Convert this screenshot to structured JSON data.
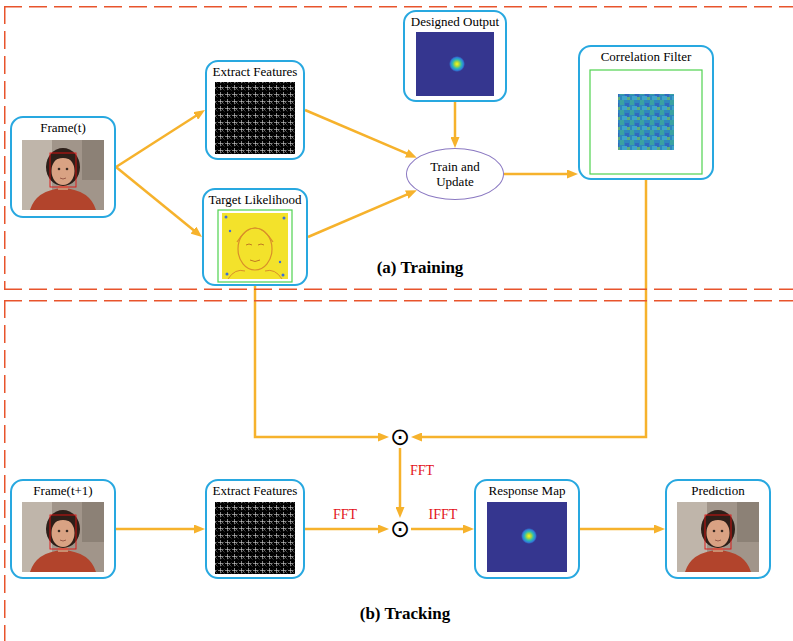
{
  "diagram": {
    "nodes": [
      {
        "text": [
          "(a) Training"
        ]
      },
      {
        "text": [
          "Frame(t)"
        ],
        "in": 0
      },
      {
        "text": [
          "Extract Features"
        ],
        "in": 0
      },
      {
        "text": [
          "Designed Output"
        ],
        "in": 0
      },
      {
        "text": [
          "Train and Update"
        ],
        "in": 0
      },
      {
        "text": [
          "Correlation Filter"
        ],
        "in": 0
      },
      {
        "text": [
          "Target Likelihood"
        ],
        "in": 0
      },
      {
        "text": [
          "(b) Tracking"
        ]
      },
      {
        "text": [
          "⊙"
        ],
        "in": 7
      },
      {
        "text": [
          "Frame(t+1)"
        ],
        "in": 7
      },
      {
        "text": [
          "Extract Features"
        ],
        "in": 7
      },
      {
        "text": [
          "⊙"
        ],
        "in": 7
      },
      {
        "text": [
          "Response Map"
        ],
        "in": 7
      },
      {
        "text": [
          "Prediction"
        ],
        "in": 7
      }
    ],
    "edges": [
      {
        "from": 1,
        "to": 2,
        "arrow": "to"
      },
      {
        "from": 1,
        "to": 6,
        "arrow": "to"
      },
      {
        "from": 2,
        "to": 4,
        "arrow": "to"
      },
      {
        "from": 3,
        "to": 4,
        "arrow": "to"
      },
      {
        "from": 6,
        "to": 4,
        "arrow": "to"
      },
      {
        "from": 4,
        "to": 5,
        "arrow": "to"
      },
      {
        "from": 6,
        "to": 8,
        "arrow": "to"
      },
      {
        "from": 5,
        "to": 8,
        "arrow": "to"
      },
      {
        "from": 8,
        "to": 11,
        "label": "FFT",
        "arrow": "to"
      },
      {
        "from": 9,
        "to": 10,
        "arrow": "to"
      },
      {
        "from": 10,
        "to": 11,
        "label": "FFT",
        "arrow": "to"
      },
      {
        "from": 11,
        "to": 12,
        "label": "IFFT",
        "arrow": "to"
      },
      {
        "from": 12,
        "to": 13,
        "arrow": "to"
      }
    ]
  }
}
